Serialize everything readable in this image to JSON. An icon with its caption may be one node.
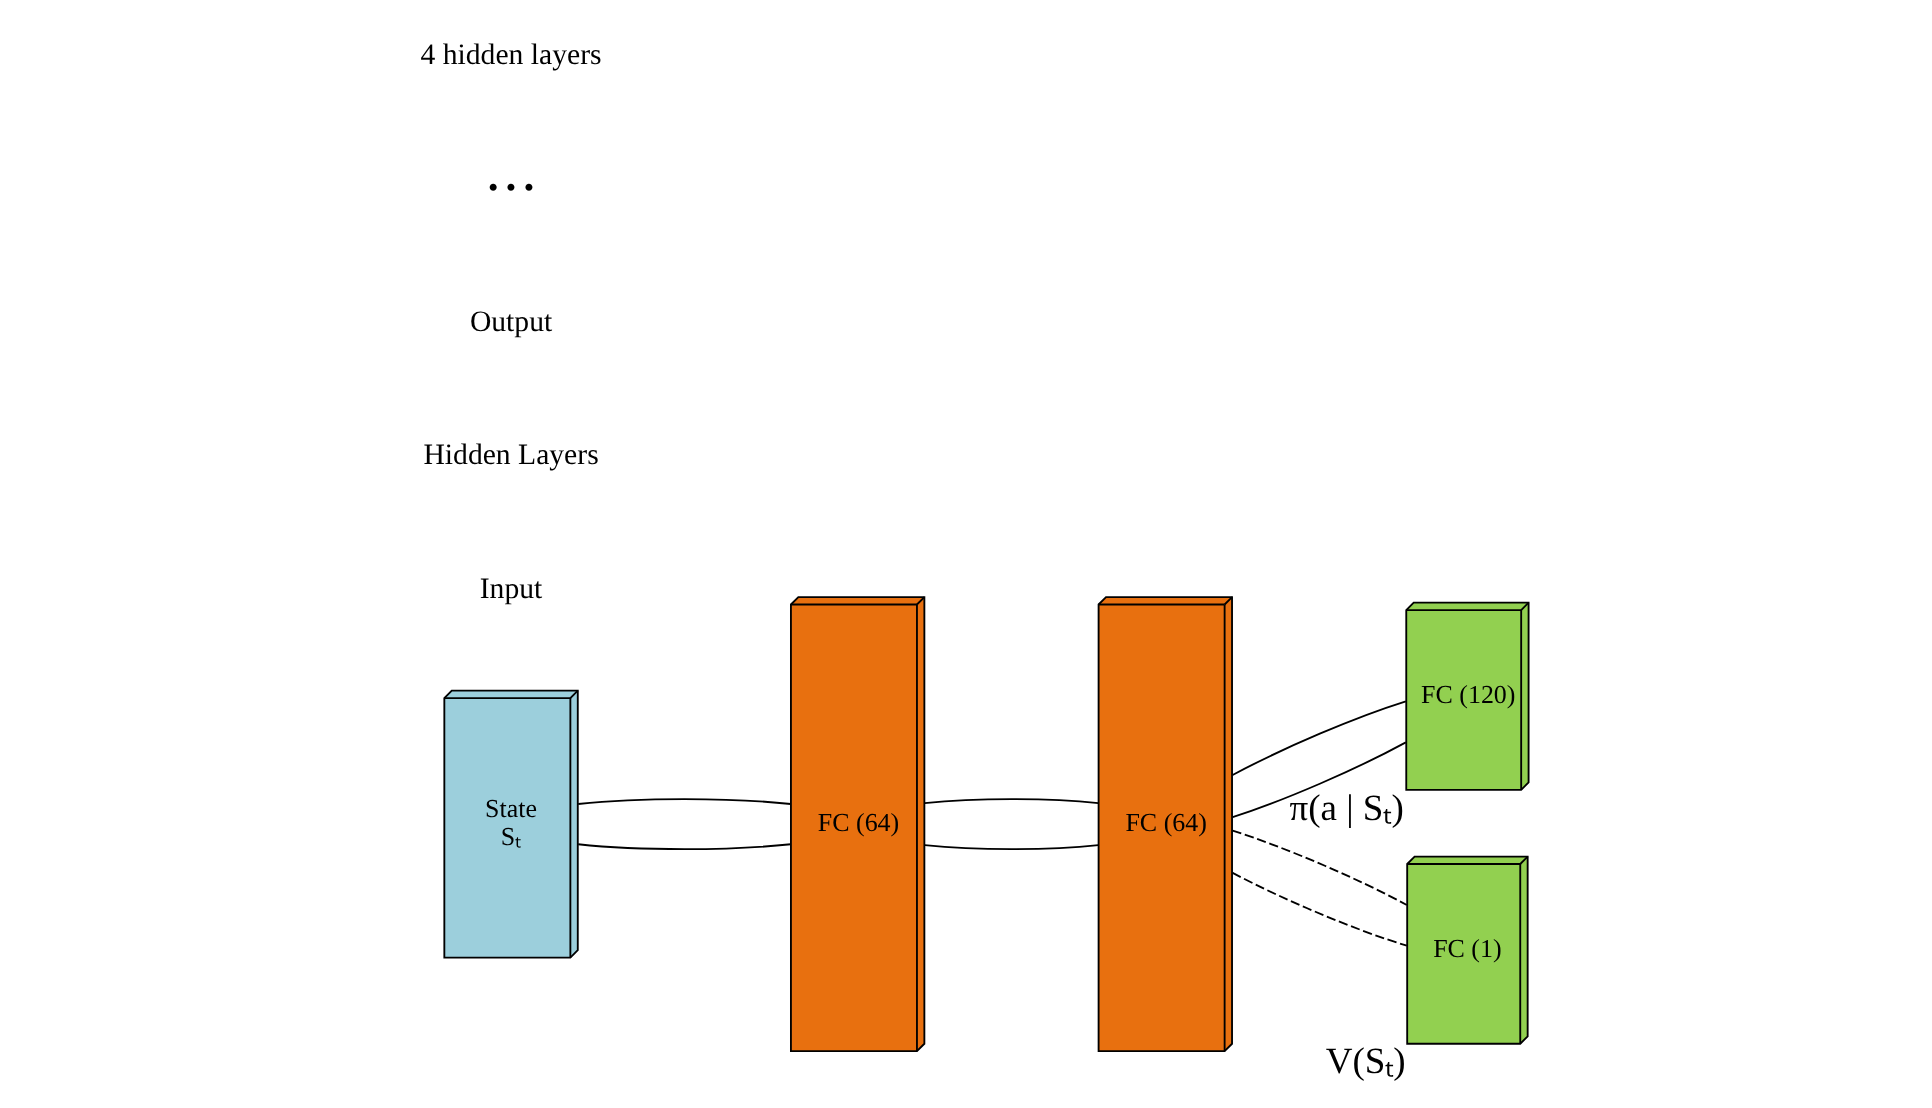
{
  "diagram": {
    "nodes": [
      {
        "text": [
          "State",
          "Sₜ"
        ]
      },
      {
        "text": [
          "FC (64)"
        ]
      },
      {
        "text": [
          "FC (64)"
        ]
      },
      {
        "text": [
          "FC (120)"
        ],
        "beside": [
          "π(a | Sₜ)"
        ]
      },
      {
        "text": [
          "FC (1)"
        ],
        "beside": [
          "V(Sₜ)"
        ]
      }
    ],
    "edges": [
      {
        "from": 0,
        "to": 1,
        "arrow": "none"
      },
      {
        "from": 0,
        "to": 1,
        "arrow": "none"
      },
      {
        "from": 1,
        "to": 2,
        "arrow": "none"
      },
      {
        "from": 1,
        "to": 2,
        "arrow": "none"
      },
      {
        "from": 2,
        "to": 3,
        "arrow": "none"
      },
      {
        "from": 2,
        "to": 3,
        "arrow": "none"
      },
      {
        "from": 2,
        "to": 4,
        "arrow": "none",
        "style": "dashed"
      },
      {
        "from": 2,
        "to": 4,
        "arrow": "none",
        "style": "dashed"
      }
    ],
    "labels": [
      "Input",
      "Hidden Layers",
      "Output",
      "• • •",
      "4 hidden layers"
    ]
  }
}
